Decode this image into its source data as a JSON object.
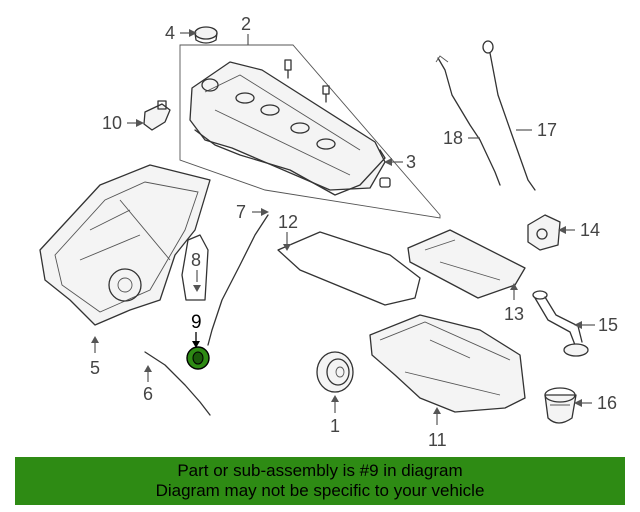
{
  "diagram": {
    "callouts": [
      "1",
      "2",
      "3",
      "4",
      "5",
      "6",
      "7",
      "8",
      "9",
      "10",
      "11",
      "12",
      "13",
      "14",
      "15",
      "16",
      "17",
      "18"
    ],
    "highlighted": "9",
    "highlight_color": "#2e8b14"
  },
  "banner": {
    "line1": "Part or sub-assembly is #9 in diagram",
    "line2": "Diagram may not be specific to your vehicle",
    "bg_color": "#2e8b14"
  }
}
